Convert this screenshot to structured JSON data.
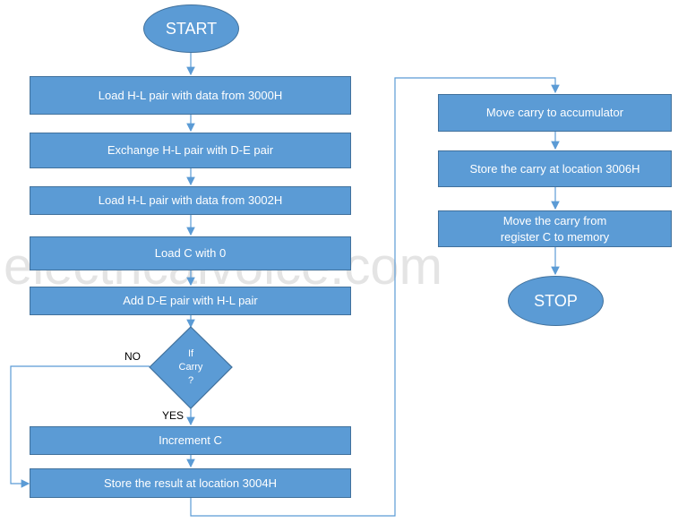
{
  "watermark": "electricalvoice.com",
  "start": "START",
  "stop": "STOP",
  "steps": {
    "load_hl_3000": "Load H-L pair with data from 3000H",
    "exchange": "Exchange H-L pair with D-E pair",
    "load_hl_3002": "Load H-L pair with data from 3002H",
    "load_c": "Load C with 0",
    "add": "Add D-E pair with H-L pair",
    "increment": "Increment C",
    "store_result": "Store the result at location 3004H",
    "move_carry": "Move carry to accumulator",
    "store_carry": "Store the carry at location 3006H",
    "move_carry_mem_1": "Move the carry from",
    "move_carry_mem_2": "register C to memory"
  },
  "decision": {
    "line1": "If",
    "line2": "Carry",
    "line3": "?"
  },
  "labels": {
    "no": "NO",
    "yes": "YES"
  },
  "colors": {
    "fill": "#5b9bd5",
    "border": "#41719c",
    "connector": "#5b9bd5"
  }
}
